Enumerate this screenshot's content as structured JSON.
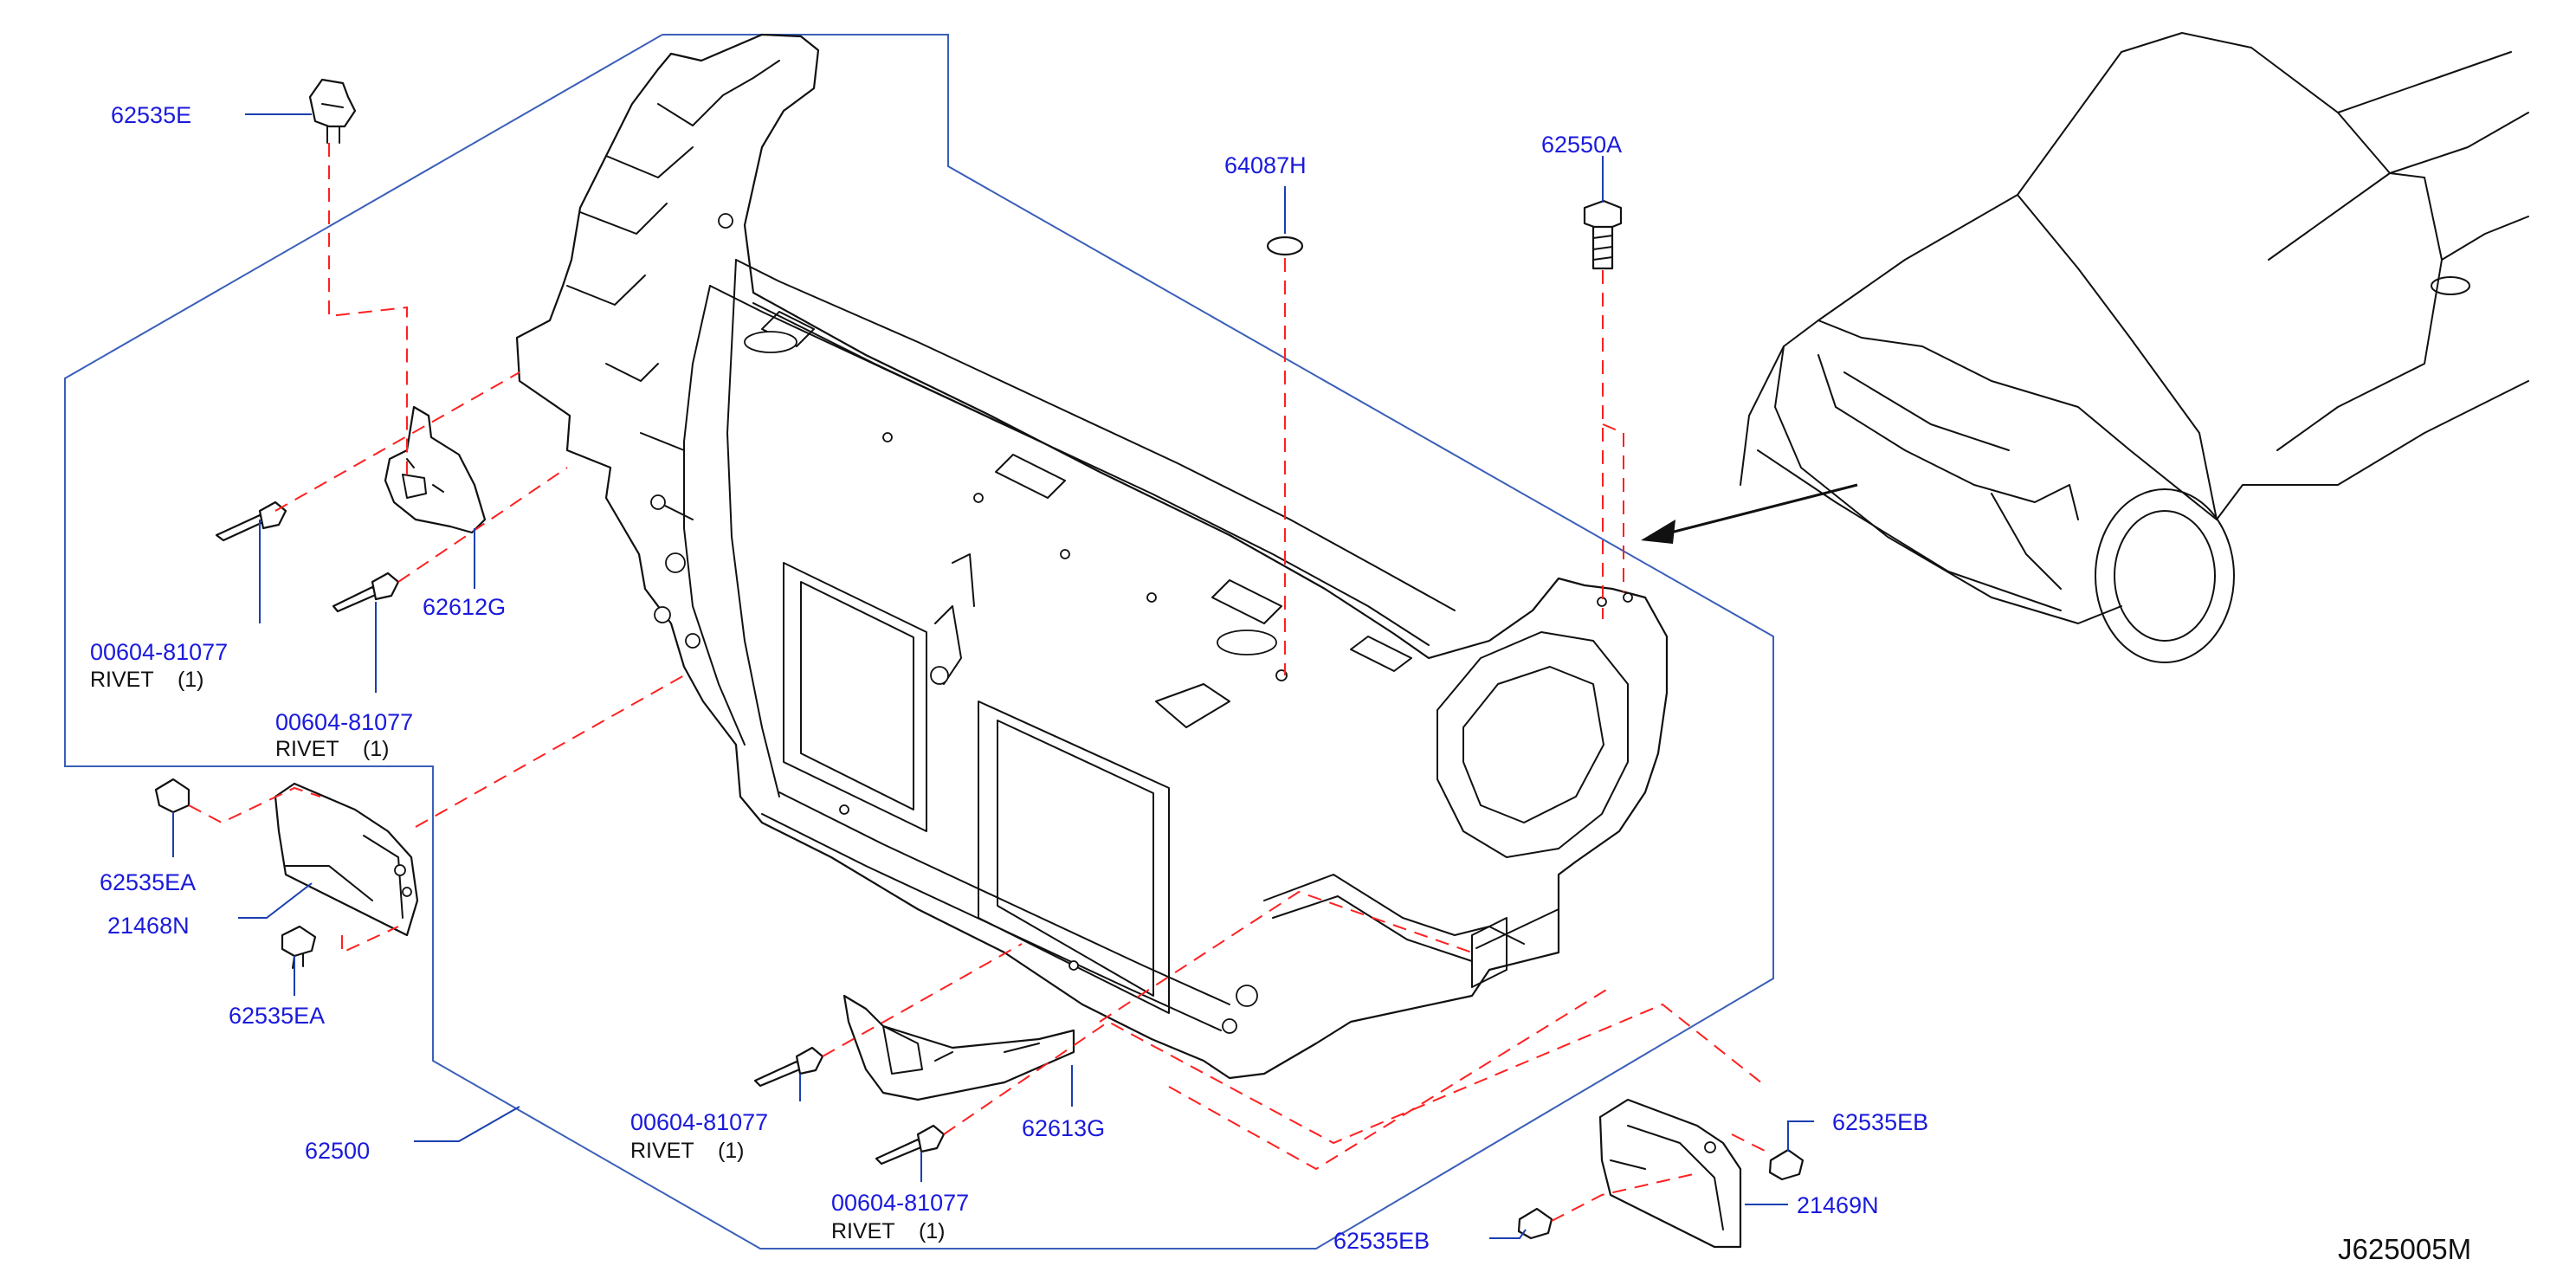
{
  "diagram_code": "J625005M",
  "labels": {
    "p62535E": "62535E",
    "p64087H": "64087H",
    "p62550A": "62550A",
    "p62612G": "62612G",
    "rivet1_pn": "00604-81077",
    "rivet1_note": "RIVET    (1)",
    "rivet2_pn": "00604-81077",
    "rivet2_note": "RIVET    (1)",
    "p62535EA_top": "62535EA",
    "p21468N": "21468N",
    "p62535EA_bottom": "62535EA",
    "p62500": "62500",
    "rivet3_pn": "00604-81077",
    "rivet3_note": "RIVET    (1)",
    "p62613G": "62613G",
    "rivet4_pn": "00604-81077",
    "rivet4_note": "RIVET    (1)",
    "p62535EB_right": "62535EB",
    "p21469N": "21469N",
    "p62535EB_bottom": "62535EB"
  },
  "colors": {
    "part_number": "#1a1adc",
    "leader": "#1a3fb0",
    "assembly_frame": "#3a5fb8",
    "fastener_path": "#ff2020",
    "linework": "#111111"
  }
}
